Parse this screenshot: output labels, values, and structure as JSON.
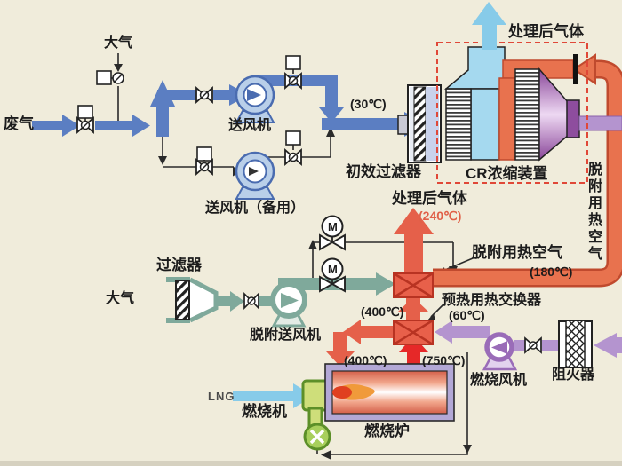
{
  "colors": {
    "background": "#f0ecdb",
    "blue": "#5b7ec2",
    "light_blue": "#87cbe9",
    "teal": "#7fa99b",
    "salmon": "#e5604a",
    "orange_pipe": "#e8724e",
    "bright_red": "#e62828",
    "purple": "#b494cf",
    "purple_dark": "#9a6cb8",
    "green": "#cede7a",
    "lavender": "#b3a8d6",
    "dashed_border": "#e04838",
    "cr_blue": "#a5d9ef"
  },
  "labels": {
    "waste_gas": "废气",
    "atmosphere_top": "大气",
    "blower": "送风机",
    "blower_backup": "送风机（备用）",
    "temp_30": "(30℃)",
    "primary_filter": "初效过滤器",
    "cr_unit": "CR浓缩装置",
    "treated_gas_top": "处理后气体",
    "treated_gas_mid": "处理后气体",
    "temp_240": "(240℃)",
    "desorption_air_side": "脱附用热空气",
    "desorption_air": "脱附用热空气",
    "temp_180": "(180℃)",
    "preheat_exchanger": "预热用热交换器",
    "temp_60": "(60℃)",
    "temp_400_mid": "(400℃)",
    "temp_400_furnace": "(400℃)",
    "temp_750": "(750℃)",
    "filter": "过滤器",
    "atmosphere_bottom": "大气",
    "desorption_blower": "脱附送风机",
    "combustion_fan": "燃烧风机",
    "flame_arrester": "阻火器",
    "lng": "LNG",
    "burner": "燃烧机",
    "furnace": "燃烧炉",
    "motor_valve": "M"
  }
}
